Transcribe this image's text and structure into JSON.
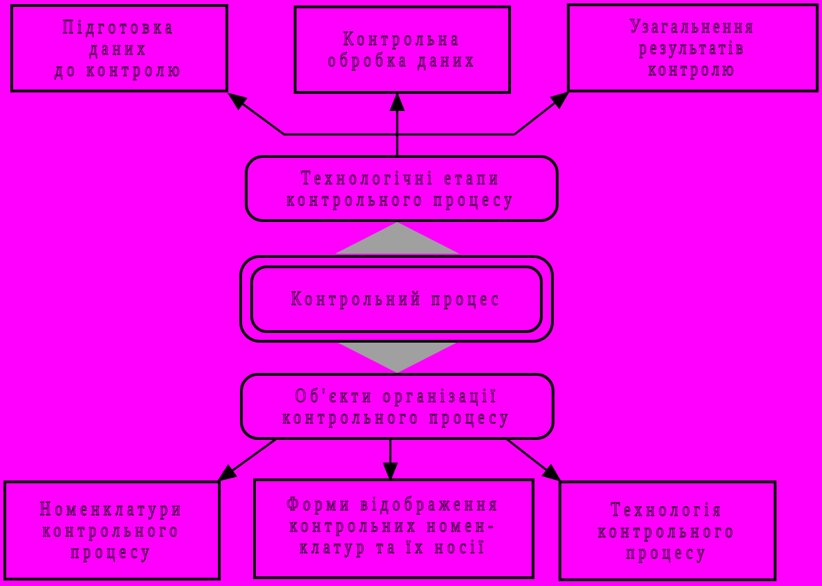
{
  "diagram": {
    "top_boxes": {
      "prep": "Підготовка даних\nдо контролю",
      "processing": "Контрольна\nобробка даних",
      "summary": "Узагальнення\nрезультатів контролю"
    },
    "stages": "Технологічні етапи\nконтрольного процесу",
    "center": "Контрольний процес",
    "objects": "Об'єкти організації\nконтрольного процесу",
    "bottom_boxes": {
      "nomenclature": "Номенклатури\nконтрольного\nпроцесу",
      "forms": "Форми відображення\nконтрольних номен-\nклатур та їх носії",
      "technology": "Технологія\nконтрольного\nпроцесу"
    }
  },
  "colors": {
    "background": "#FF00FF",
    "stroke": "#000000",
    "triangle": "#A0A0A0"
  }
}
